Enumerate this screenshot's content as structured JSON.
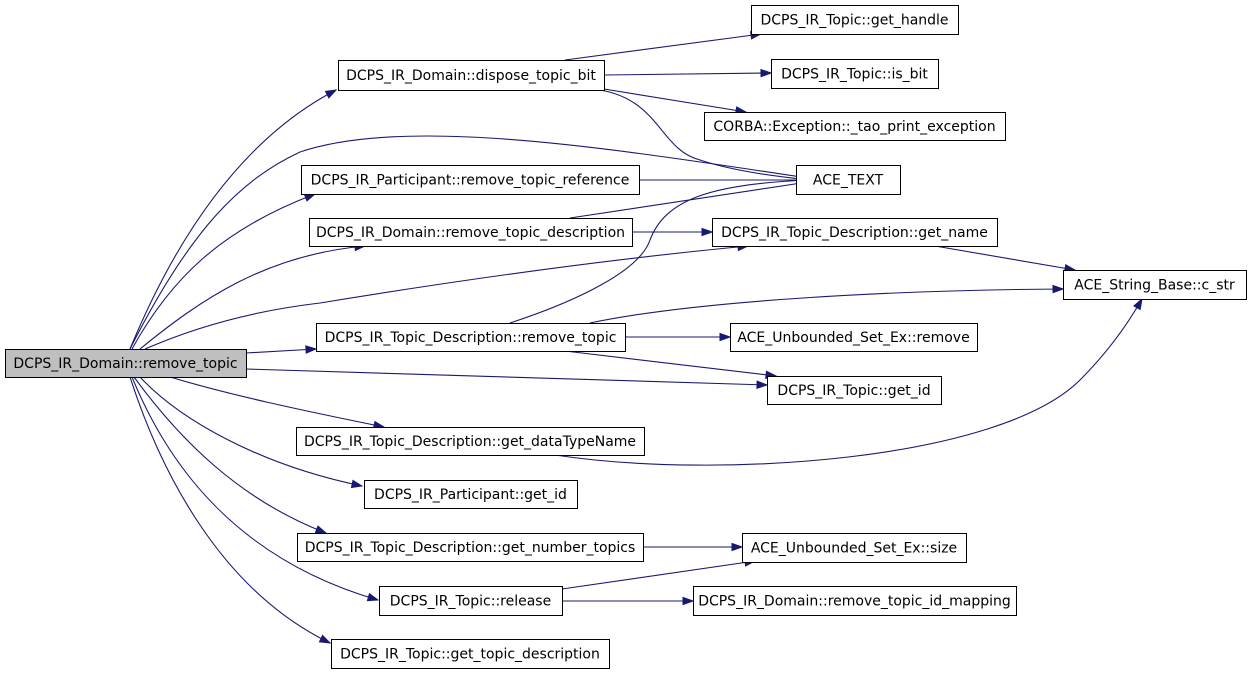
{
  "root": "n0",
  "nodes": [
    {
      "id": "n0",
      "label": "DCPS_IR_Domain::remove_topic",
      "root": true
    },
    {
      "id": "n1",
      "label": "DCPS_IR_Domain::dispose_topic_bit"
    },
    {
      "id": "n2",
      "label": "DCPS_IR_Topic::get_handle"
    },
    {
      "id": "n3",
      "label": "DCPS_IR_Topic::is_bit"
    },
    {
      "id": "n4",
      "label": "CORBA::Exception::_tao_print_exception"
    },
    {
      "id": "n5",
      "label": "ACE_TEXT"
    },
    {
      "id": "n6",
      "label": "DCPS_IR_Participant::remove_topic_reference"
    },
    {
      "id": "n7",
      "label": "DCPS_IR_Domain::remove_topic_description"
    },
    {
      "id": "n8",
      "label": "DCPS_IR_Topic_Description::get_name"
    },
    {
      "id": "n9",
      "label": "ACE_String_Base::c_str"
    },
    {
      "id": "n10",
      "label": "DCPS_IR_Topic_Description::remove_topic"
    },
    {
      "id": "n11",
      "label": "ACE_Unbounded_Set_Ex::remove"
    },
    {
      "id": "n12",
      "label": "DCPS_IR_Topic::get_id"
    },
    {
      "id": "n13",
      "label": "DCPS_IR_Topic_Description::get_dataTypeName"
    },
    {
      "id": "n14",
      "label": "DCPS_IR_Participant::get_id"
    },
    {
      "id": "n15",
      "label": "DCPS_IR_Topic_Description::get_number_topics"
    },
    {
      "id": "n16",
      "label": "ACE_Unbounded_Set_Ex::size"
    },
    {
      "id": "n17",
      "label": "DCPS_IR_Topic::release"
    },
    {
      "id": "n18",
      "label": "DCPS_IR_Domain::remove_topic_id_mapping"
    },
    {
      "id": "n19",
      "label": "DCPS_IR_Topic::get_topic_description"
    }
  ],
  "edges": [
    {
      "from": "n0",
      "to": "n1"
    },
    {
      "from": "n0",
      "to": "n5"
    },
    {
      "from": "n0",
      "to": "n6"
    },
    {
      "from": "n0",
      "to": "n7"
    },
    {
      "from": "n0",
      "to": "n8"
    },
    {
      "from": "n0",
      "to": "n10"
    },
    {
      "from": "n0",
      "to": "n12"
    },
    {
      "from": "n0",
      "to": "n13"
    },
    {
      "from": "n0",
      "to": "n14"
    },
    {
      "from": "n0",
      "to": "n15"
    },
    {
      "from": "n0",
      "to": "n17"
    },
    {
      "from": "n0",
      "to": "n19"
    },
    {
      "from": "n1",
      "to": "n2"
    },
    {
      "from": "n1",
      "to": "n3"
    },
    {
      "from": "n1",
      "to": "n4"
    },
    {
      "from": "n1",
      "to": "n5"
    },
    {
      "from": "n6",
      "to": "n5"
    },
    {
      "from": "n7",
      "to": "n5"
    },
    {
      "from": "n7",
      "to": "n8"
    },
    {
      "from": "n8",
      "to": "n9"
    },
    {
      "from": "n10",
      "to": "n5"
    },
    {
      "from": "n10",
      "to": "n9"
    },
    {
      "from": "n10",
      "to": "n11"
    },
    {
      "from": "n10",
      "to": "n12"
    },
    {
      "from": "n13",
      "to": "n9"
    },
    {
      "from": "n15",
      "to": "n16"
    },
    {
      "from": "n17",
      "to": "n16"
    },
    {
      "from": "n17",
      "to": "n18"
    }
  ],
  "colors": {
    "edge": "#191970",
    "node_border": "#000000",
    "node_fill": "#ffffff",
    "root_fill": "#bfbfbf"
  }
}
